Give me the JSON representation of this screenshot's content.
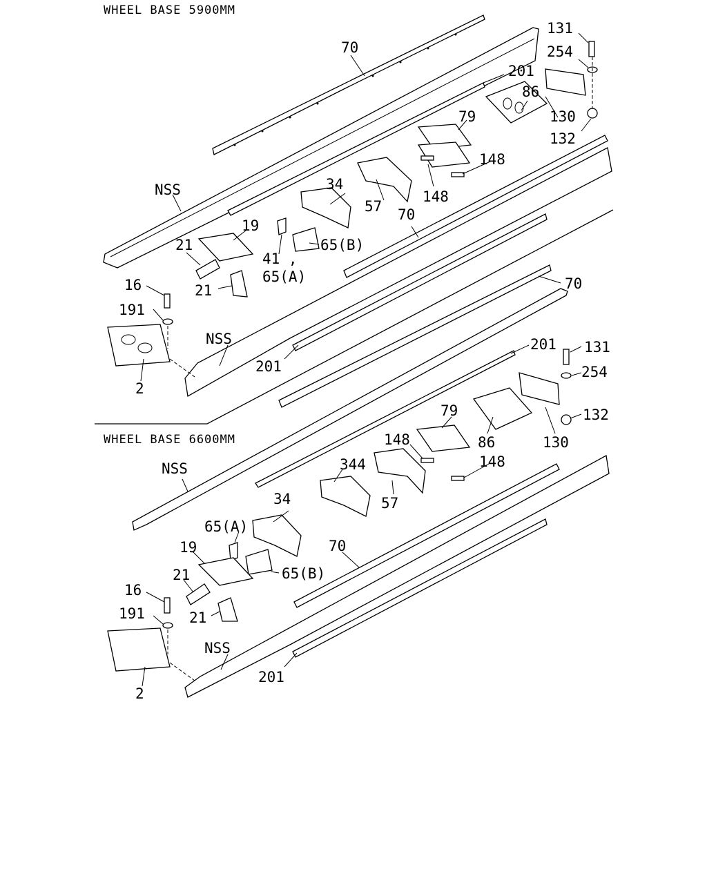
{
  "diagram": {
    "section_top": {
      "title": "WHEEL BASE 5900MM"
    },
    "section_bottom": {
      "title": "WHEEL BASE 6600MM"
    },
    "callouts_top": [
      {
        "id": "t70a",
        "text": "70"
      },
      {
        "id": "t131",
        "text": "131"
      },
      {
        "id": "t254",
        "text": "254"
      },
      {
        "id": "t201a",
        "text": "201"
      },
      {
        "id": "t86",
        "text": "86"
      },
      {
        "id": "t130",
        "text": "130"
      },
      {
        "id": "t79",
        "text": "79"
      },
      {
        "id": "t132",
        "text": "132"
      },
      {
        "id": "t148a",
        "text": "148"
      },
      {
        "id": "tNSSa",
        "text": "NSS"
      },
      {
        "id": "t34",
        "text": "34"
      },
      {
        "id": "t57",
        "text": "57"
      },
      {
        "id": "t148b",
        "text": "148"
      },
      {
        "id": "t70b",
        "text": "70"
      },
      {
        "id": "t19",
        "text": "19"
      },
      {
        "id": "t21a",
        "text": "21"
      },
      {
        "id": "t65B",
        "text": "65(B)"
      },
      {
        "id": "t41",
        "text": "41 ,"
      },
      {
        "id": "t65A",
        "text": "65(A)"
      },
      {
        "id": "t16",
        "text": "16"
      },
      {
        "id": "t21b",
        "text": "21"
      },
      {
        "id": "t191",
        "text": "191"
      },
      {
        "id": "tNSSb",
        "text": "NSS"
      },
      {
        "id": "t2",
        "text": "2"
      },
      {
        "id": "t201b",
        "text": "201"
      },
      {
        "id": "t70c",
        "text": "70"
      }
    ],
    "callouts_bottom": [
      {
        "id": "b201a",
        "text": "201"
      },
      {
        "id": "b131",
        "text": "131"
      },
      {
        "id": "b254",
        "text": "254"
      },
      {
        "id": "b132",
        "text": "132"
      },
      {
        "id": "b79",
        "text": "79"
      },
      {
        "id": "b130",
        "text": "130"
      },
      {
        "id": "b148a",
        "text": "148"
      },
      {
        "id": "b86",
        "text": "86"
      },
      {
        "id": "b148b",
        "text": "148"
      },
      {
        "id": "bNSSa",
        "text": "NSS"
      },
      {
        "id": "b344",
        "text": "344"
      },
      {
        "id": "b57",
        "text": "57"
      },
      {
        "id": "b34",
        "text": "34"
      },
      {
        "id": "b65A",
        "text": "65(A)"
      },
      {
        "id": "b70",
        "text": "70"
      },
      {
        "id": "b19",
        "text": "19"
      },
      {
        "id": "b65B",
        "text": "65(B)"
      },
      {
        "id": "b21a",
        "text": "21"
      },
      {
        "id": "b16",
        "text": "16"
      },
      {
        "id": "b21b",
        "text": "21"
      },
      {
        "id": "b191",
        "text": "191"
      },
      {
        "id": "bNSSb",
        "text": "NSS"
      },
      {
        "id": "b2",
        "text": "2"
      },
      {
        "id": "b201b",
        "text": "201"
      }
    ]
  }
}
